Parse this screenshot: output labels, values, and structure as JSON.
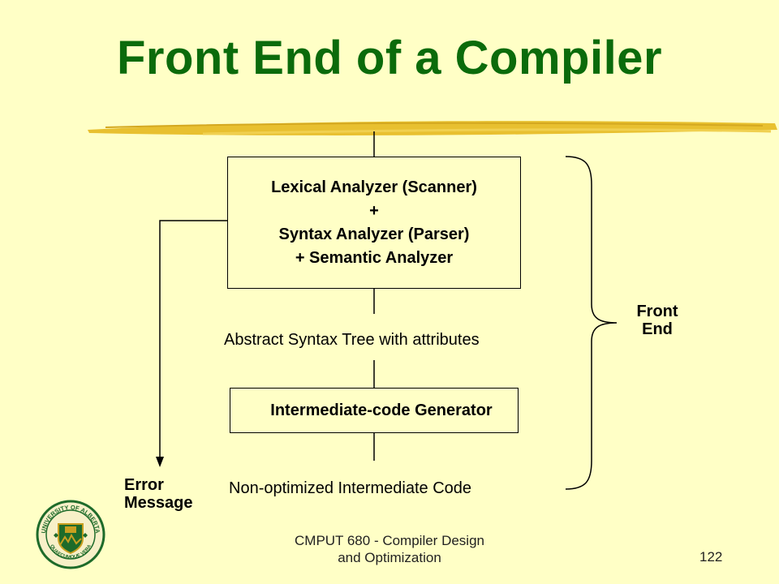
{
  "title": "Front End of a Compiler",
  "diagram": {
    "analyzer_box": {
      "lines": [
        "Lexical Analyzer (Scanner)",
        "+",
        "Syntax Analyzer (Parser)",
        "+ Semantic Analyzer"
      ]
    },
    "ast_label": "Abstract Syntax Tree with attributes",
    "generator_box": {
      "label": "Intermediate-code Generator"
    },
    "output_label": "Non-optimized Intermediate Code",
    "error_label": [
      "Error",
      "Message"
    ],
    "front_end_label": [
      "Front",
      "End"
    ]
  },
  "footer": {
    "course_lines": [
      "CMPUT 680 - Compiler Design",
      "and Optimization"
    ],
    "page_number": "122",
    "seal_text": "UNIVERSITY OF ALBERTA",
    "seal_motto": "QUAECUMQUE VERA"
  },
  "colors": {
    "title": "#0B6B0B",
    "background": "#FFFFC6",
    "underline": "#E8C030"
  }
}
